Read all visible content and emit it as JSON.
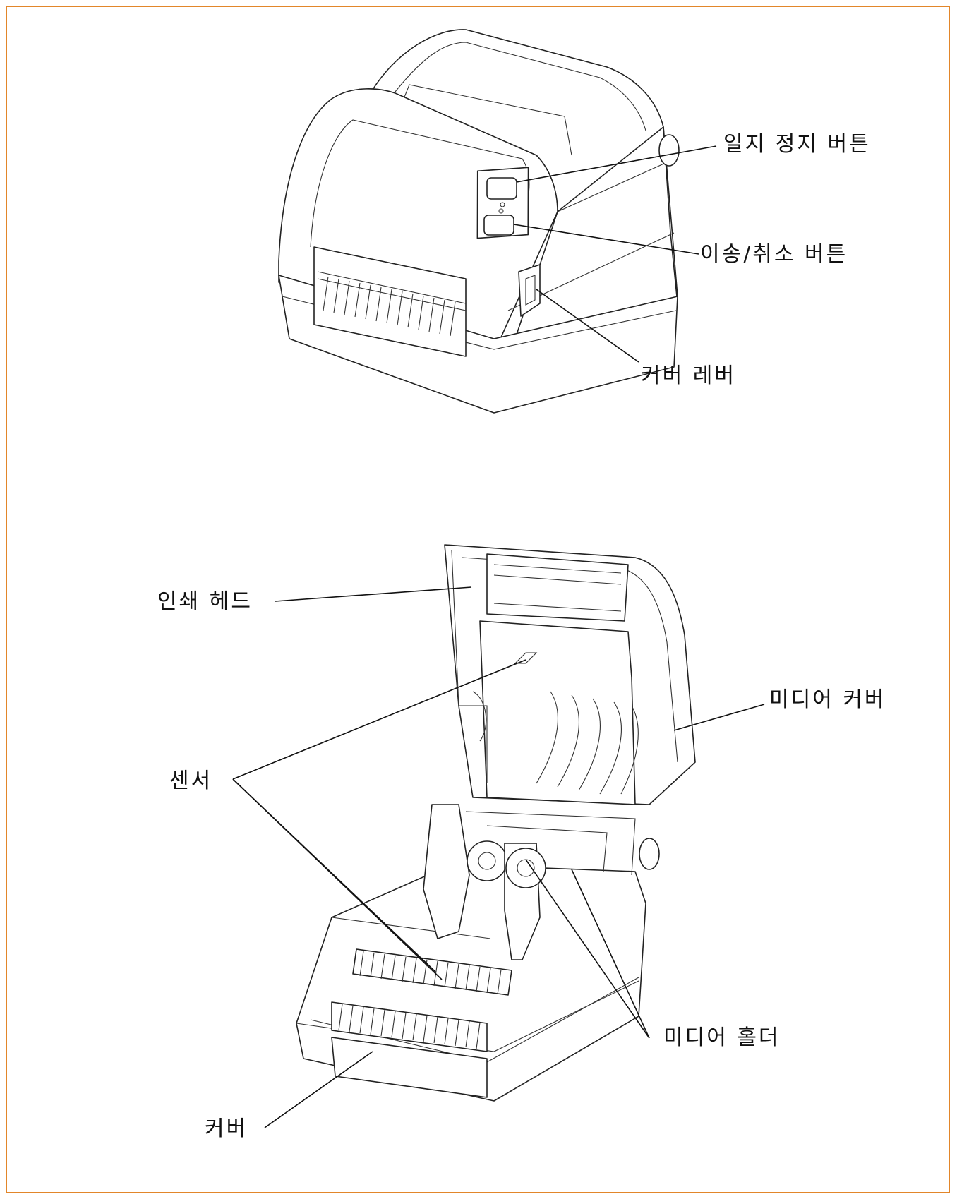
{
  "colors": {
    "frame_border": "#e2862a",
    "line": "#222222"
  },
  "labels": {
    "pause_button": "일지 정지 버튼",
    "feed_cancel_button": "이송/취소 버튼",
    "cover_lever": "커버 레버",
    "print_head": "인쇄 헤드",
    "media_cover": "미디어 커버",
    "sensor": "센서",
    "media_holder": "미디어 홀더",
    "cover": "커버"
  }
}
